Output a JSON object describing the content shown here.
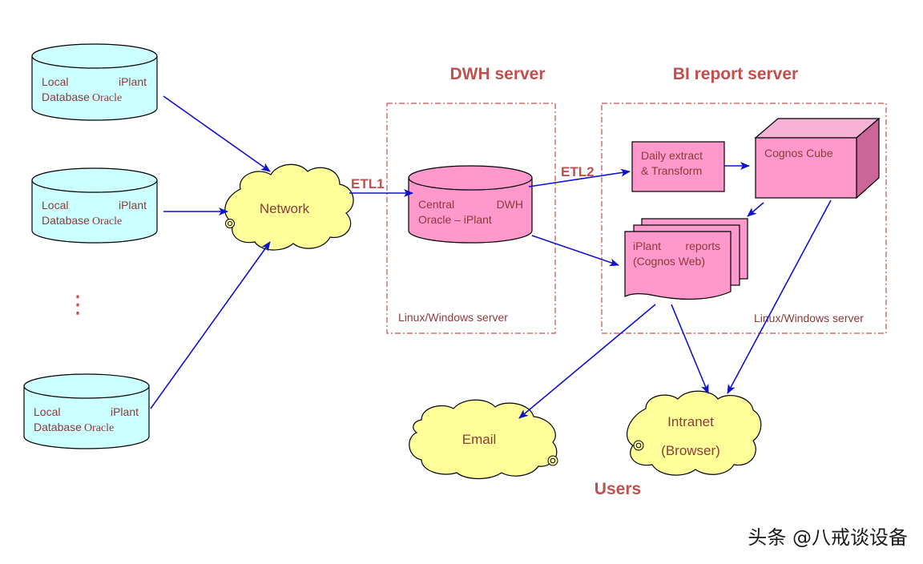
{
  "databases": [
    {
      "line1_left": "Local",
      "line1_right": "iPlant",
      "line2_a": "Database",
      "line2_b": "Oracle"
    },
    {
      "line1_left": "Local",
      "line1_right": "iPlant",
      "line2_a": "Database",
      "line2_b": "Oracle"
    },
    {
      "line1_left": "Local",
      "line1_right": "iPlant",
      "line2_a": "Database",
      "line2_b": "Oracle"
    }
  ],
  "ellipsis": "⋮",
  "network_label": "Network",
  "etl1": "ETL1",
  "etl2": "ETL2",
  "dwh": {
    "title": "DWH server",
    "db_line1_left": "Central",
    "db_line1_right": "DWH",
    "db_line2": "Oracle – iPlant",
    "footer": "Linux/Windows server"
  },
  "bi": {
    "title": "BI report server",
    "extract_line1": "Daily  extract",
    "extract_line2": "& Transform",
    "cube": "Cognos Cube",
    "reports_line1_left": "iPlant",
    "reports_line1_right": "reports",
    "reports_line2": "(Cognos Web)",
    "footer": "Linux/Windows server"
  },
  "email_label": "Email",
  "intranet_line1": "Intranet",
  "intranet_line2": "(Browser)",
  "users_label": "Users",
  "watermark": "头条 @八戒谈设备",
  "colors": {
    "db_fill": "#ccffff",
    "pink_fill": "#ff99cc",
    "cloud_fill": "#ffff99",
    "arrow": "#1010d0",
    "heading": "#c0504d",
    "dashed_border": "#c0504d"
  }
}
